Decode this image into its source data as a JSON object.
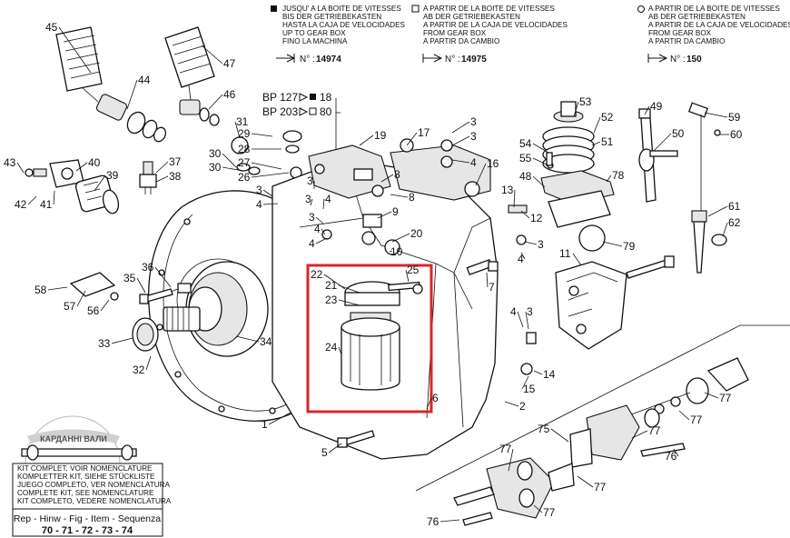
{
  "notes": [
    {
      "symbol": "■",
      "lines": [
        "JUSQU' A LA BOITE DE VITESSES",
        "BIS DER GETRIEBEKASTEN",
        "HASTA LA CAJA DE VELOCIDADES",
        "UP TO GEAR BOX",
        "FINO LA MACHINA"
      ],
      "serial_prefix": "N° :",
      "serial": "14974"
    },
    {
      "symbol": "□",
      "lines": [
        "A PARTIR DE LA BOITE DE VITESSES",
        "AB DER GETRIEBEKASTEN",
        "A PARTIR DE LA CAJA DE VELOCIDADES",
        "FROM GEAR BOX",
        "A PARTIR DA CAMBIO"
      ],
      "serial_prefix": "N° :",
      "serial": "14975"
    },
    {
      "symbol": "○",
      "lines": [
        "A PARTIR DE LA BOITE DE VITESSES",
        "AB DER GETRIEBEKASTEN",
        "A PARTIR DE LA CAJA DE VELOCIDADES",
        "FROM GEAR BOX",
        "A PARTIR DA CAMBIO"
      ],
      "serial_prefix": "N° :",
      "serial": "150"
    }
  ],
  "bp_labels": [
    {
      "text": "BP 127",
      "ref": "18"
    },
    {
      "text": "BP 203",
      "ref": "80"
    }
  ],
  "callouts": [
    "45",
    "44",
    "47",
    "46",
    "31",
    "43",
    "40",
    "39",
    "42",
    "41",
    "37",
    "38",
    "30",
    "30",
    "29",
    "28",
    "27",
    "26",
    "3",
    "4",
    "3",
    "4",
    "3",
    "4",
    "3",
    "4",
    "19",
    "17",
    "3",
    "3",
    "4",
    "8",
    "8",
    "9",
    "10",
    "20",
    "16",
    "13",
    "12",
    "3",
    "4",
    "53",
    "52",
    "54",
    "55",
    "51",
    "50",
    "49",
    "48",
    "78",
    "59",
    "60",
    "61",
    "62",
    "79",
    "11",
    "58",
    "57",
    "56",
    "35",
    "36",
    "22",
    "21",
    "23",
    "25",
    "24",
    "7",
    "4",
    "3",
    "33",
    "34",
    "32",
    "15",
    "14",
    "1",
    "5",
    "2",
    "77",
    "77",
    "77",
    "75",
    "76",
    "77",
    "77",
    "76",
    "77",
    "6"
  ],
  "kit_box": {
    "lines": [
      "KIT COMPLET, VOIR NOMENCLATURE",
      "KOMPLETTER KIT, SIEHE STÜCKLISTE",
      "JUEGO COMPLETO, VER NOMENCLATURA",
      "COMPLETE KIT, SEE NOMENCLATURE",
      "KIT COMPLETO, VEDERE NOMENCLATURA"
    ],
    "sequence_label": "Rep - Hinw - Fig - Item - Sequenza",
    "sequence_items": "70 - 71 - 72 - 73 - 74"
  },
  "watermark": "КАРДАННІ ВАЛИ",
  "colors": {
    "highlight": "#d9262c",
    "ink": "#111111"
  }
}
